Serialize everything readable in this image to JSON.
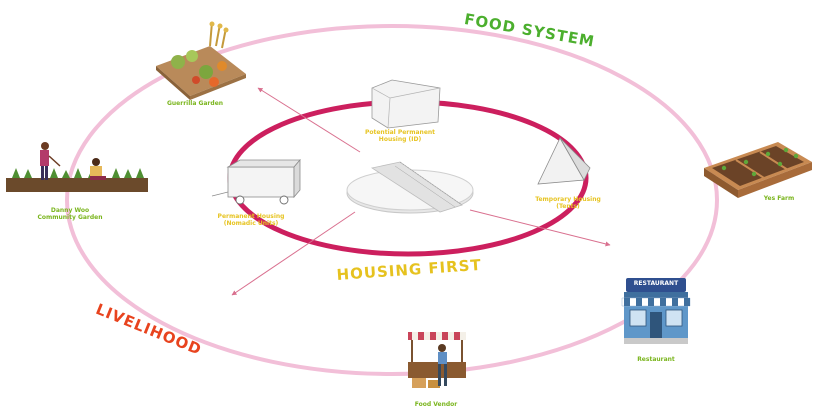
{
  "rings": {
    "outer_label": "FOOD SYSTEM",
    "inner_label": "HOUSING FIRST",
    "side_label": "LIVELIHOOD"
  },
  "places": {
    "guerrilla_garden": "Guerrilla Garden",
    "danny_woo_line1": "Danny Woo",
    "danny_woo_line2": "Community Garden",
    "yes_farm": "Yes Farm",
    "restaurant": "Restaurant",
    "food_vendor": "Food Vendor",
    "restaurant_sign": "RESTAURANT"
  },
  "housing": {
    "potential_line1": "Potential Permanent",
    "potential_line2": "Housing (ID)",
    "permanent_line1": "Permanent Housing",
    "permanent_line2": "(Nomadic Units)",
    "temporary_line1": "Temporary Housing",
    "temporary_line2": "(Tents)"
  },
  "colors": {
    "outer_ring": "#f0bcd6",
    "inner_ring": "#cc1f5e",
    "food_system": "#4caf2e",
    "housing_first": "#e6c21f",
    "livelihood": "#e8431e",
    "green_text": "#7ab51d",
    "yellow_text": "#e7c422"
  }
}
